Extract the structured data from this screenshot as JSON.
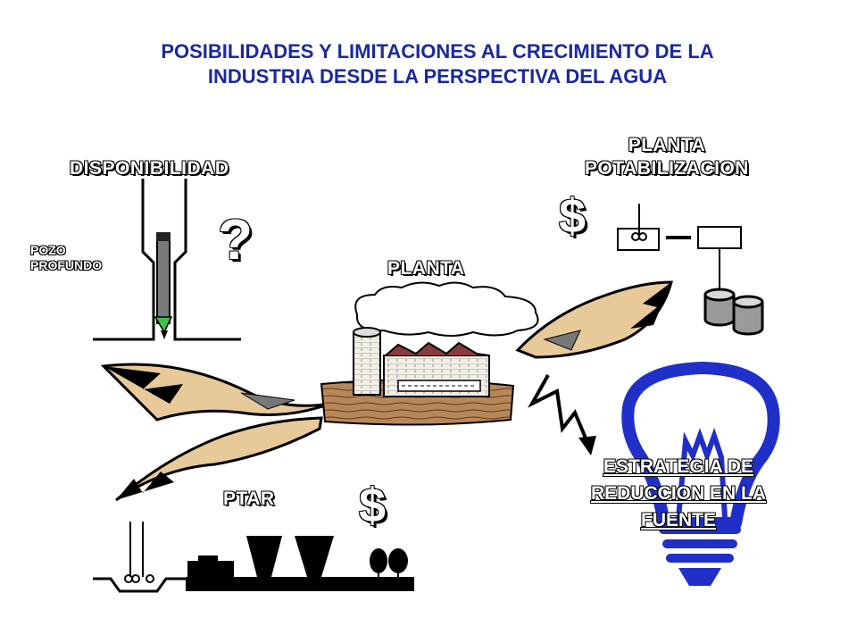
{
  "title": {
    "line1": "POSIBILIDADES Y LIMITACIONES AL CRECIMIENTO DE LA",
    "line2": "INDUSTRIA DESDE LA PERSPECTIVA DEL AGUA"
  },
  "disponibilidad": {
    "label": "DISPONIBILIDAD",
    "well_label_1": "POZO",
    "well_label_2": "PROFUNDO",
    "question": "?"
  },
  "potabilizacion": {
    "label_1": "PLANTA",
    "label_2": "POTABILIZACION",
    "cost": "$"
  },
  "planta": {
    "label": "PLANTA"
  },
  "ptar": {
    "label": "PTAR",
    "cost": "$"
  },
  "estrategia": {
    "line1": "ESTRATEGIA DE",
    "line2": "REDUCCION EN LA",
    "line3": "FUENTE"
  },
  "colors": {
    "title": "#1a2a9c",
    "bulb": "#1f2fc8",
    "arrow_fill": "#e8c99a",
    "arrow_dark": "#000000",
    "factory_roof": "#8a3a3a",
    "tank": "#9a9a9a"
  }
}
